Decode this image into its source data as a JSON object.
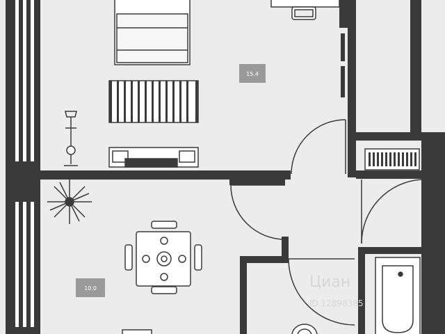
{
  "plan": {
    "background": "#ececec",
    "wall_color": "#3a3a3a",
    "floor_color": "#ececec",
    "rooms": [
      {
        "name": "bedroom",
        "area": "15.4"
      },
      {
        "name": "kitchen-living",
        "area": "10.0"
      }
    ],
    "label_bg": "#9a9a9a",
    "furniture_icons": [
      "bed-icon",
      "rug-icon",
      "floor-lamp-icon",
      "tv-stand-icon",
      "desk-icon",
      "plant-icon",
      "dining-table-icon",
      "radiator-icon",
      "bathtub-icon",
      "toilet-icon"
    ],
    "watermark": {
      "brand": "Циан",
      "id_text": "ID 12898385"
    }
  }
}
